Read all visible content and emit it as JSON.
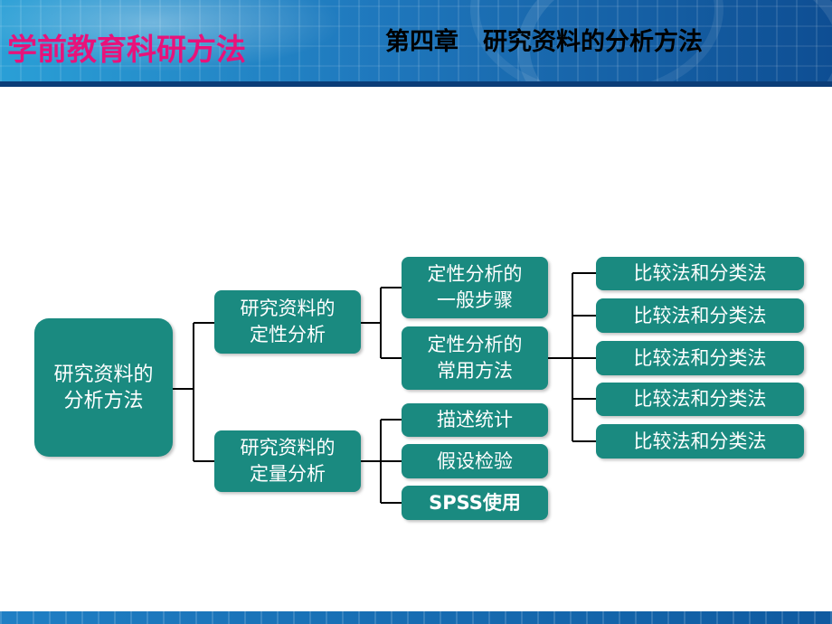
{
  "header": {
    "app_title": "学前教育科研方法",
    "chapter_title": "第四章　研究资料的分析方法"
  },
  "diagram": {
    "root": {
      "line1": "研究资料的",
      "line2": "分析方法"
    },
    "qualitative": {
      "line1": "研究资料的",
      "line2": "定性分析"
    },
    "quantitative": {
      "line1": "研究资料的",
      "line2": "定量分析"
    },
    "qual_steps": {
      "line1": "定性分析的",
      "line2": "一般步骤"
    },
    "qual_methods": {
      "line1": "定性分析的",
      "line2": "常用方法"
    },
    "quant_items": [
      "描述统计",
      "假设检验",
      "SPSS使用"
    ],
    "method_items": [
      "比较法和分类法",
      "比较法和分类法",
      "比较法和分类法",
      "比较法和分类法",
      "比较法和分类法"
    ]
  },
  "colors": {
    "node": "#1a8a80",
    "title": "#e8127a",
    "banner": "#1f78bd"
  }
}
